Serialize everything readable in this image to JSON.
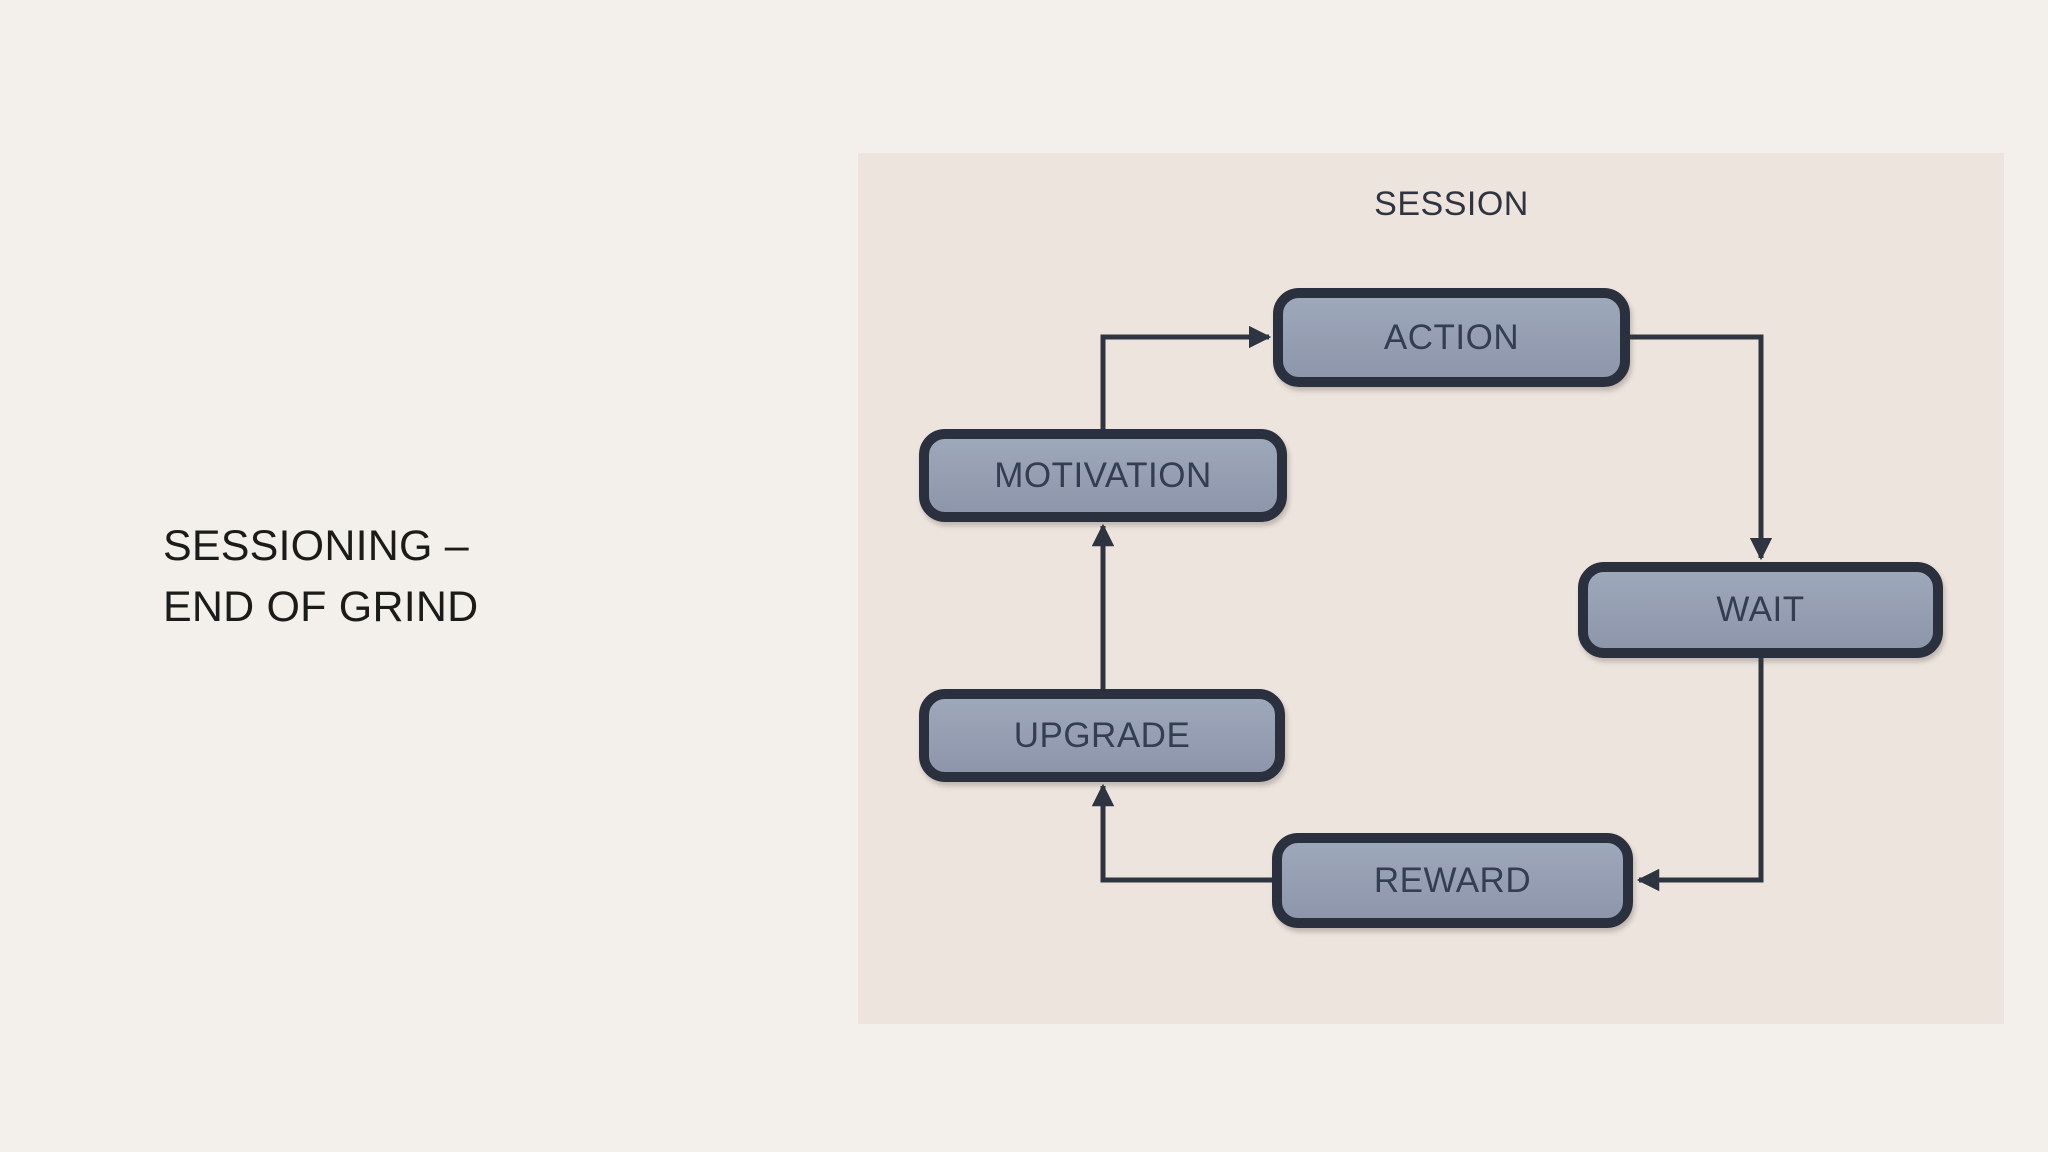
{
  "page": {
    "title_line1": "SESSIONING –",
    "title_line2": "END OF GRIND"
  },
  "diagram": {
    "session_label": "SESSION",
    "nodes": [
      {
        "id": "action",
        "label": "ACTION"
      },
      {
        "id": "motivation",
        "label": "MOTIVATION"
      },
      {
        "id": "wait",
        "label": "WAIT"
      },
      {
        "id": "upgrade",
        "label": "UPGRADE"
      },
      {
        "id": "reward",
        "label": "REWARD"
      }
    ],
    "edges": [
      {
        "from": "motivation",
        "to": "action"
      },
      {
        "from": "action",
        "to": "wait"
      },
      {
        "from": "wait",
        "to": "reward"
      },
      {
        "from": "reward",
        "to": "upgrade"
      },
      {
        "from": "upgrade",
        "to": "motivation"
      }
    ],
    "colors": {
      "page_bg": "#f3f0eb",
      "panel_bg": "#ece4dd",
      "node_fill": "#8d96aa",
      "node_fill_light": "#9ea8bb",
      "node_border": "#2b303e",
      "node_text": "#343e52",
      "arrow": "#2e3440",
      "title_text": "#1b1b1a",
      "session_text": "#2f3540"
    }
  }
}
